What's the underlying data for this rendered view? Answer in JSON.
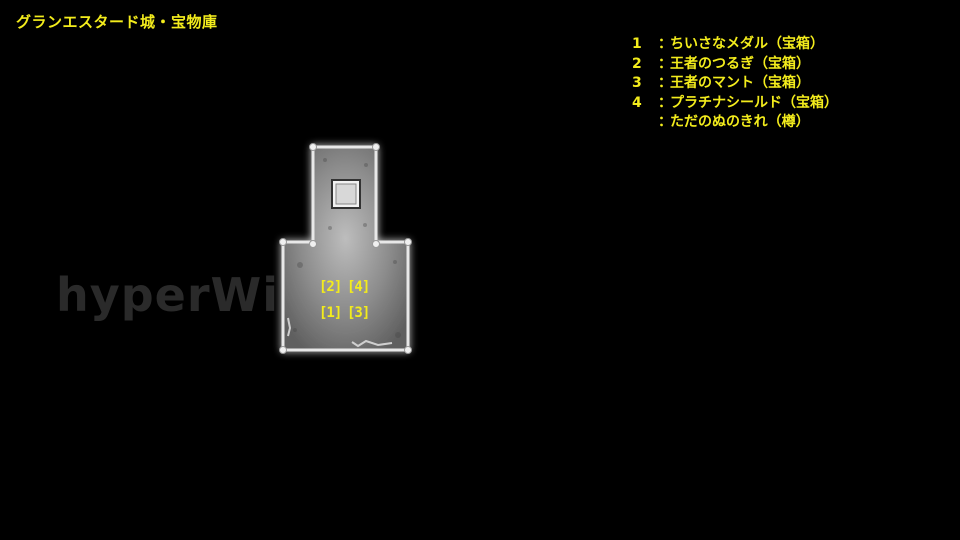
{
  "title": "グランエスタード城・宝物庫",
  "watermark": "hyperWiki",
  "legend": [
    {
      "num": "1",
      "text": "ちいさなメダル（宝箱）"
    },
    {
      "num": "2",
      "text": "王者のつるぎ（宝箱）"
    },
    {
      "num": "3",
      "text": "王者のマント（宝箱）"
    },
    {
      "num": "4",
      "text": "プラチナシールド（宝箱）"
    },
    {
      "num": "",
      "text": "ただのぬのきれ（樽）"
    }
  ],
  "legend_separator": "：",
  "chest_labels": {
    "top_left": "[2]",
    "top_right": "[4]",
    "bottom_left": "[1]",
    "bottom_right": "[3]"
  },
  "colors": {
    "label": "#f3ec1c",
    "floor": "#7a7a7a",
    "background": "#000000"
  }
}
